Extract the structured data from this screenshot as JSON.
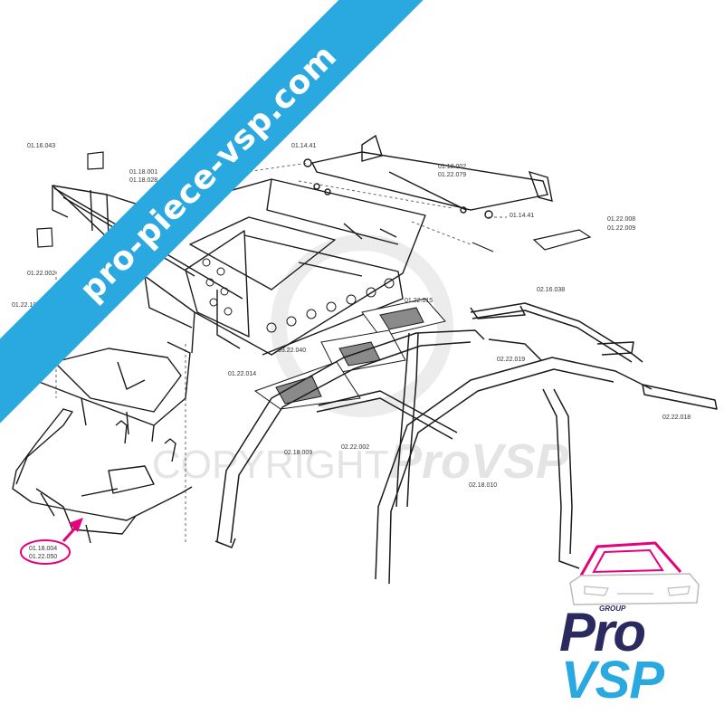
{
  "diagram": {
    "part_numbers": {
      "p1": "01.16.043",
      "p2": "01.18.001",
      "p3": "01.18.028",
      "p4": "01.14.41",
      "p5": "01.18.002",
      "p6": "01.22.079",
      "p7": "01.14.41",
      "p8": "01.22.008",
      "p9": "01.22.009",
      "p10": "01.22.002",
      "p11": "01.22.104",
      "p12": "01.22.015",
      "p13": "02.16.038",
      "p14": "03.22.040",
      "p15": "01.22.014",
      "p16": "02.22.019",
      "p17": "02.22.018",
      "p18": "02.22.002",
      "p19": "02.18.009",
      "p20": "02.18.010",
      "p21": "01.18.004",
      "p22": "01.22.050"
    }
  },
  "watermark": {
    "copyright": "COPYRIGHT",
    "brand": "ProVSP"
  },
  "banner": {
    "text": "pro-piece-vsp.com"
  },
  "logo": {
    "group": "GROUP",
    "pro": "Pro",
    "vsp": "VSP"
  },
  "colors": {
    "banner": "#29a9df",
    "logo_dark": "#2a2960",
    "logo_light": "#29a9df",
    "highlight": "#e6007e"
  }
}
